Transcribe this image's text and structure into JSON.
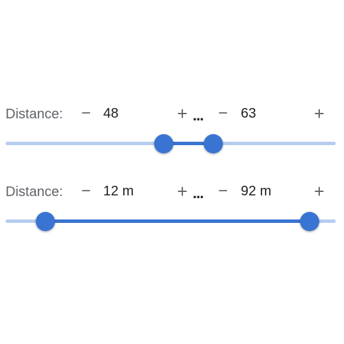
{
  "colors": {
    "accent": "#3a74d2",
    "track": "#b7cdf0",
    "label": "#5f6368",
    "value": "#202124"
  },
  "icons": {
    "decrement": "minus-icon",
    "increment": "plus-icon"
  },
  "sliders": [
    {
      "label": "Distance:",
      "decrement_symbol": "−",
      "increment_symbol": "+",
      "separator": "...",
      "min_display": "48",
      "max_display": "63",
      "min_value": 48,
      "max_value": 63,
      "range_min": 0,
      "range_max": 100
    },
    {
      "label": "Distance:",
      "decrement_symbol": "−",
      "increment_symbol": "+",
      "separator": "...",
      "min_display": "12 m",
      "max_display": "92 m",
      "min_value": 12,
      "max_value": 92,
      "range_min": 0,
      "range_max": 100
    }
  ]
}
